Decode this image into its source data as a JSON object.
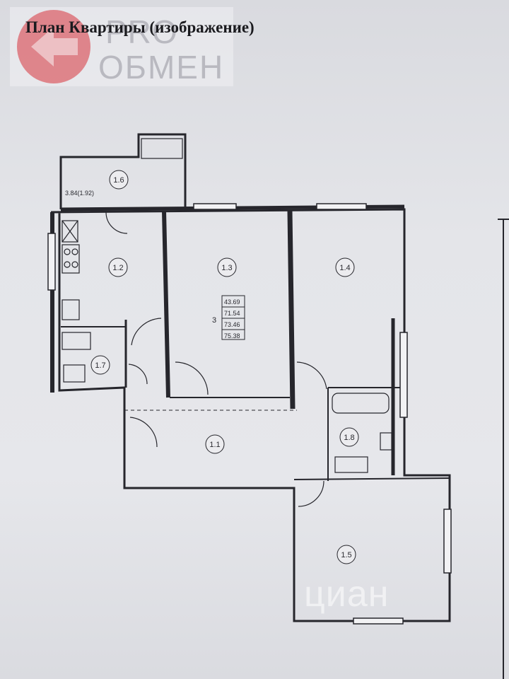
{
  "title": "План Квартиры (изображение)",
  "logo": {
    "line1": "PRO",
    "line2": "ОБМЕН",
    "brand_color": "#d9434b"
  },
  "rooms": {
    "r11": "1.1",
    "r12": "1.2",
    "r13": "1.3",
    "r14": "1.4",
    "r15": "1.5",
    "r16": "1.6",
    "r17": "1.7",
    "r18": "1.8"
  },
  "loggia_area": "3.84(1.92)",
  "room_count": "3",
  "areas": [
    "43.69",
    "71.54",
    "73.46",
    "75.38"
  ],
  "watermark": "циан"
}
